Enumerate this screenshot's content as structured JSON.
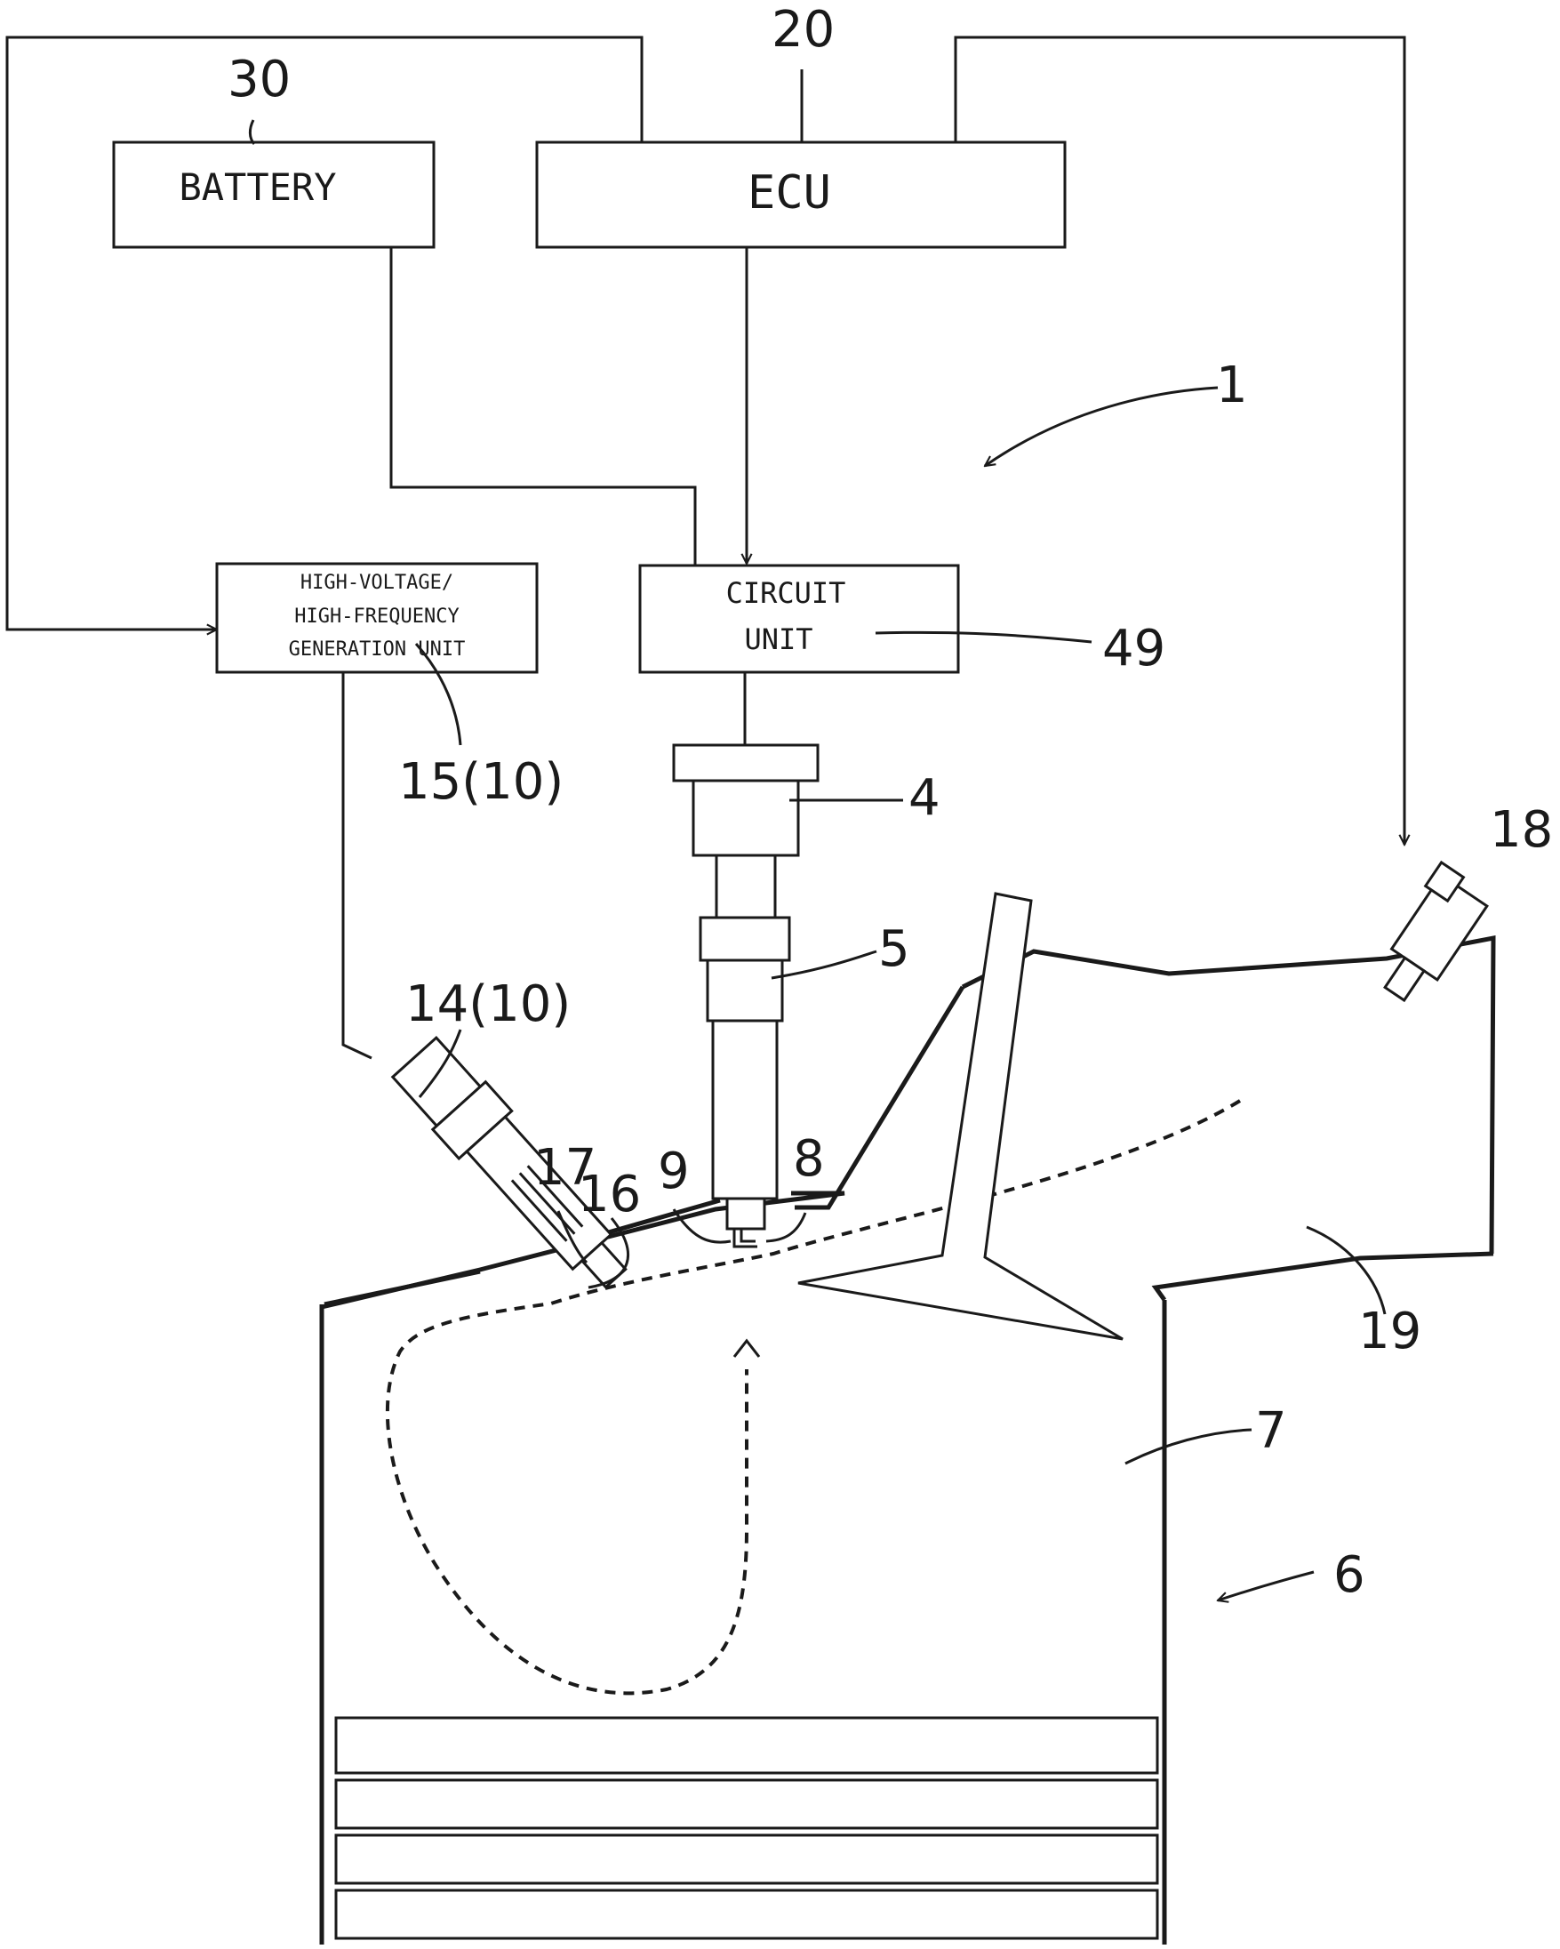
{
  "blocks": {
    "battery": "BATTERY",
    "ecu": "ECU",
    "circuit_unit_line1": "CIRCUIT",
    "circuit_unit_line2": "UNIT",
    "hv_line1": "HIGH-VOLTAGE/",
    "hv_line2": "HIGH-FREQUENCY",
    "hv_line3": "GENERATION UNIT"
  },
  "refs": {
    "r30": "30",
    "r20": "20",
    "r1": "1",
    "r49": "49",
    "r15": "15(10)",
    "r4": "4",
    "r18": "18",
    "r5": "5",
    "r14": "14(10)",
    "r17": "17",
    "r16": "16",
    "r9": "9",
    "r8": "8",
    "r19": "19",
    "r7": "7",
    "r6": "6"
  }
}
